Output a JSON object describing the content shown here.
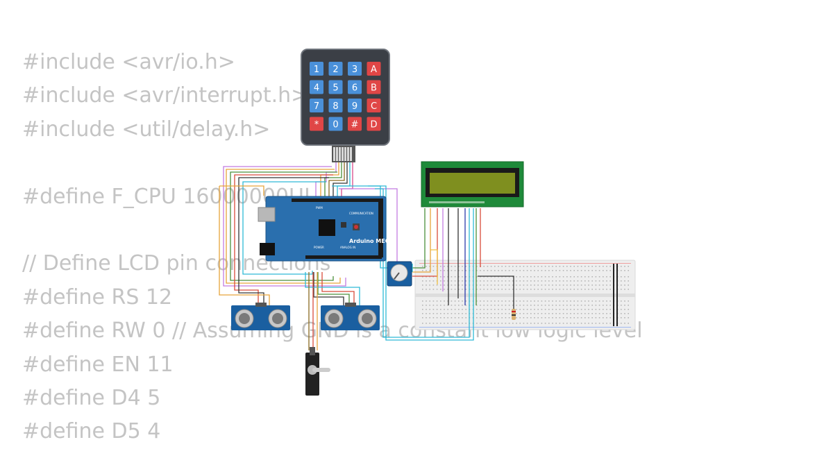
{
  "code_lines": [
    "#include <avr/io.h>",
    "#include <avr/interrupt.h>",
    "#include <util/delay.h>",
    "",
    "#define F_CPU 16000000UL",
    "",
    "// Define LCD pin connections",
    "#define RS 12",
    "#define RW 0 // Assuming GND is a constant low logic level",
    "#define EN 11",
    "#define D4 5",
    "#define D5 4"
  ],
  "keypad": {
    "keys": [
      "1",
      "2",
      "3",
      "A",
      "4",
      "5",
      "6",
      "B",
      "7",
      "8",
      "9",
      "C",
      "*",
      "0",
      "#",
      "D"
    ]
  },
  "arduino": {
    "board_label": "Arduino MEGA",
    "pwm_label": "PWM",
    "communication_label": "COMMUNICATION",
    "power_label": "POWER",
    "analog_label": "ANALOG IN"
  },
  "colors": {
    "board": "#2a6fae",
    "keypad_body": "#3b3f46",
    "key_numeric": "#4a90d9",
    "key_letter": "#e04646",
    "lcd_pcb": "#1f8a3a",
    "lcd_screen": "#7f8f1f",
    "code_text": "#c4c4c4"
  }
}
